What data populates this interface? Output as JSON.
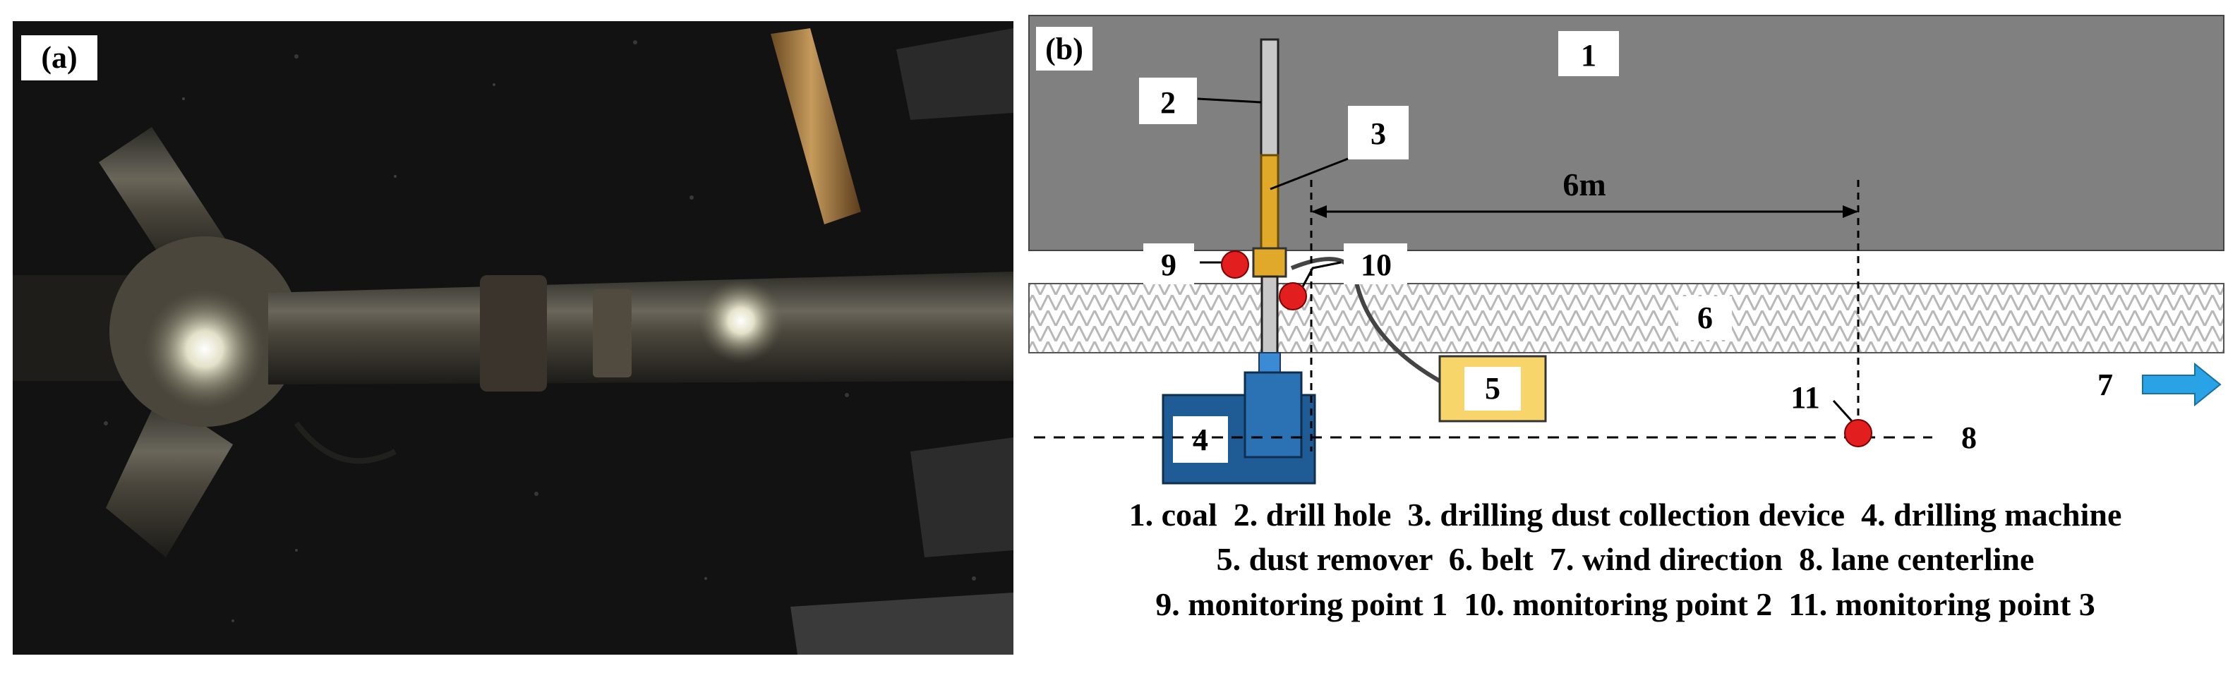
{
  "panel_a": {
    "label": "(a)"
  },
  "panel_b": {
    "label": "(b)",
    "numbers": {
      "coal": "1",
      "drill_hole": "2",
      "collector": "3",
      "machine": "4",
      "remover": "5",
      "belt": "6",
      "wind": "7",
      "centerline": "8",
      "mp1": "9",
      "mp2": "10",
      "mp3": "11"
    },
    "distance": "6m",
    "legend": [
      "1. coal  2. drill hole  3. drilling dust collection device  4. drilling machine",
      "5. dust remover  6. belt  7. wind direction  8. lane centerline",
      "9. monitoring point 1  10. monitoring point 2  11. monitoring point 3"
    ],
    "colors": {
      "coal": "#808080",
      "collector": "#e0a92a",
      "machine": "#1f5c96",
      "remover": "#f7d56b",
      "marker": "#e31e1e",
      "arrow": "#29a3e6"
    }
  }
}
